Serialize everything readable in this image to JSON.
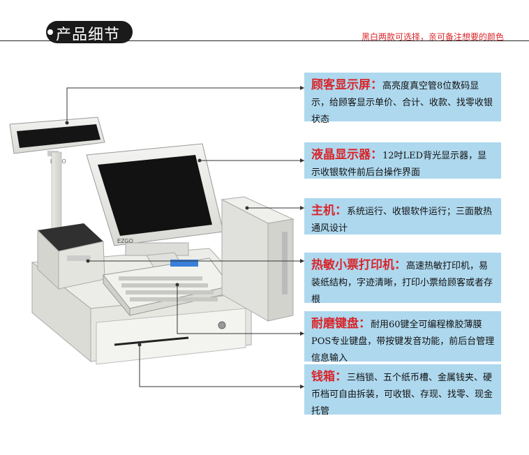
{
  "header": {
    "title": "产品细节",
    "note": "黑白两款可选择，亲可备注想要的颜色"
  },
  "illustration": {
    "brand_mark": "EZGO"
  },
  "features": [
    {
      "label": "顾客显示屏",
      "text": "高亮度真空管8位数码显示，给顾客显示单价、合计、收款、找零收银状态"
    },
    {
      "label": "液晶显示器",
      "text": "12吋LED背光显示器，显示收银软件前后台操作界面"
    },
    {
      "label": "主机",
      "text": "系统运行、收银软件运行；三面散热通风设计"
    },
    {
      "label": "热敏小票打印机",
      "text": "高速热敏打印机，易装纸结构，字迹清晰，打印小票给顾客或者存根"
    },
    {
      "label": "耐磨键盘",
      "text": "耐用60键全可编程橡胶薄膜POS专业键盘，带按键发音功能，前后台管理信息输入"
    },
    {
      "label": "钱箱",
      "text": "三档锁、五个纸币槽、金属钱夹、硬币档可自由拆装，可收银、存现、找零、现金托管"
    }
  ],
  "colors": {
    "box_bg": "#aed8ee",
    "label": "#d8262b",
    "note": "#d8262b"
  }
}
